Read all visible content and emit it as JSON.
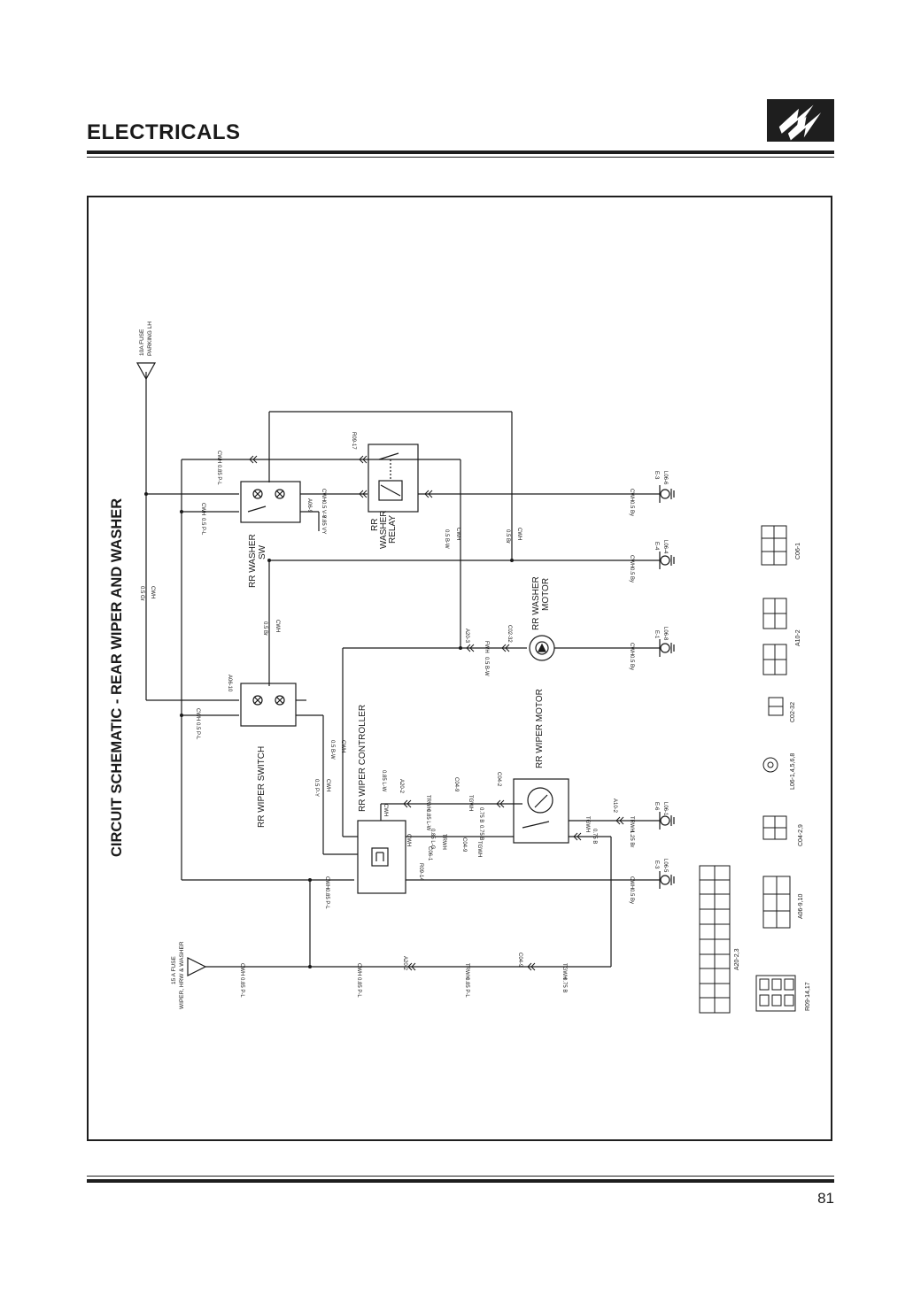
{
  "header": {
    "title": "ELECTRICALS",
    "page_number": "81"
  },
  "schematic": {
    "title": "CIRCUIT SCHEMATIC - REAR WIPER AND WASHER",
    "components": {
      "washer_sw": [
        "RR WASHER",
        "SW"
      ],
      "washer_relay": [
        "RR",
        "WASHER",
        "RELAY"
      ],
      "washer_motor": [
        "RR WASHER",
        "MOTOR"
      ],
      "wiper_switch": "RR WIPER SWITCH",
      "wiper_controller": "RR WIPER CONTROLLER",
      "wiper_motor": "RR WIPER MOTOR",
      "fuse_parking": [
        "10A FUSE",
        "PARKING LH"
      ],
      "fuse_wiper": [
        "15 A FUSE",
        "WIPER, HRW & WASHER"
      ]
    },
    "wire_labels": [
      {
        "t": "CWH"
      },
      {
        "t": "0.85 P-L"
      },
      {
        "t": "CWH"
      },
      {
        "t": "0.5 P-L"
      },
      {
        "t": "A06-9"
      },
      {
        "t": "CWH"
      },
      {
        "t": "0.5 V-Y"
      },
      {
        "t": "0.85 VY"
      },
      {
        "t": "R09-17"
      },
      {
        "t": "CWH"
      },
      {
        "t": "0.5 By"
      },
      {
        "t": "E-3"
      },
      {
        "t": "L06-6"
      },
      {
        "t": "0.5 B-W"
      },
      {
        "t": "CWH"
      },
      {
        "t": "0.5 Br"
      },
      {
        "t": "CWH"
      },
      {
        "t": "CWH"
      },
      {
        "t": "0.5 By"
      },
      {
        "t": "E-4"
      },
      {
        "t": "L06-4"
      },
      {
        "t": "0.5 Gr"
      },
      {
        "t": "CWH"
      },
      {
        "t": "0.5 Br"
      },
      {
        "t": "CWH"
      },
      {
        "t": "A20-3"
      },
      {
        "t": "FWH"
      },
      {
        "t": "0.5 B-W"
      },
      {
        "t": "C02-32"
      },
      {
        "t": "CWH"
      },
      {
        "t": "0.5 By"
      },
      {
        "t": "E-1"
      },
      {
        "t": "L06-8"
      },
      {
        "t": "A06-10"
      },
      {
        "t": "CWH"
      },
      {
        "t": "0.5 P-L"
      },
      {
        "t": "0.5 B-W"
      },
      {
        "t": "CWH"
      },
      {
        "t": "0.5 P-Y"
      },
      {
        "t": "CWH"
      },
      {
        "t": "0.85 L-W"
      },
      {
        "t": "A20-2"
      },
      {
        "t": "CWH"
      },
      {
        "t": "TRWH"
      },
      {
        "t": "0.85 L-W"
      },
      {
        "t": "C04-9"
      },
      {
        "t": "C04-2"
      },
      {
        "t": "TGWH"
      },
      {
        "t": "0.75 B"
      },
      {
        "t": "0.85 L-G"
      },
      {
        "t": "CWH"
      },
      {
        "t": "TRWH"
      },
      {
        "t": "C06-1"
      },
      {
        "t": "C04-9"
      },
      {
        "t": "0.75 B"
      },
      {
        "t": "TGWH"
      },
      {
        "t": "TGWH"
      },
      {
        "t": "A10-2"
      },
      {
        "t": "0.75 B"
      },
      {
        "t": "TRWH"
      },
      {
        "t": "1.25 Br"
      },
      {
        "t": "E-6"
      },
      {
        "t": "L06-1"
      },
      {
        "t": "CWH"
      },
      {
        "t": "0.85 P-L"
      },
      {
        "t": "R09-14"
      },
      {
        "t": "CWH"
      },
      {
        "t": "0.5 By"
      },
      {
        "t": "E-3"
      },
      {
        "t": "L06-5"
      },
      {
        "t": "CWH"
      },
      {
        "t": "0.85 P-L"
      },
      {
        "t": "CWH"
      },
      {
        "t": "0.85 P-L"
      },
      {
        "t": "A20-2"
      },
      {
        "t": "TRWH"
      },
      {
        "t": "0.85 P-L"
      },
      {
        "t": "C04-9"
      },
      {
        "t": "TGWH"
      },
      {
        "t": "0.75 B"
      }
    ],
    "connectors": [
      {
        "name": "C06-1"
      },
      {
        "name": "A10-2"
      },
      {
        "name": "C02-32"
      },
      {
        "name": "L06-1,4,5,6,8"
      },
      {
        "name": "C04-2,9"
      },
      {
        "name": "A06-9,10"
      },
      {
        "name": "A20-2,3"
      },
      {
        "name": "R09-14,17"
      }
    ]
  }
}
